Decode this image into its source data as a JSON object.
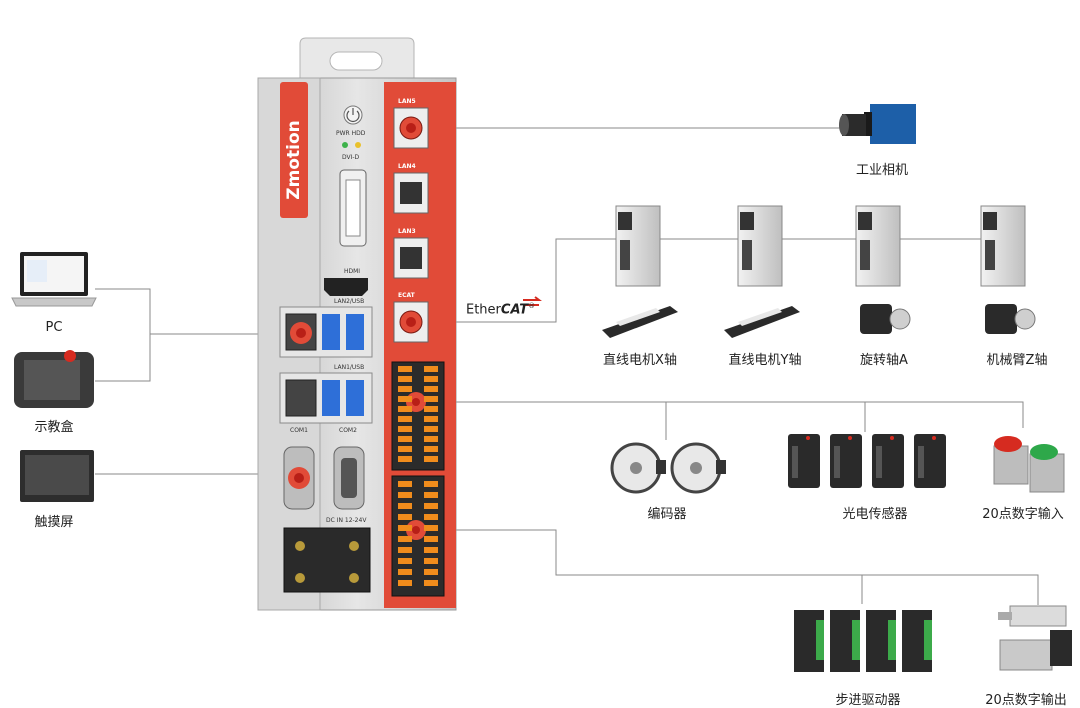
{
  "controller": {
    "brand": "Zmotion",
    "ports": {
      "lan5": "LAN5",
      "lan4": "LAN4",
      "lan3": "LAN3",
      "ecat": "ECAT",
      "lan2_usb": "LAN2/USB",
      "lan1_usb": "LAN1/USB",
      "com1": "COM1",
      "com2": "COM2",
      "dc_in": "DC IN 12-24V",
      "pwr_hdd": "PWR HDD",
      "dvi": "DVI-D",
      "hdmi": "HDMI"
    },
    "colors": {
      "panel": "#e14b38",
      "body": "#cfcfcf",
      "led_green": "#3db24a",
      "led_yellow": "#e9c12c"
    }
  },
  "ethercat": {
    "prefix": "Ether",
    "suffix": "CAT",
    "mark": "®"
  },
  "devices": {
    "pc": "PC",
    "teach_pendant": "示教盒",
    "touch_screen": "触摸屏",
    "camera": "工业相机",
    "axis_x": "直线电机X轴",
    "axis_y": "直线电机Y轴",
    "axis_a": "旋转轴A",
    "axis_z": "机械臂Z轴",
    "encoder": "编码器",
    "photo_sensor": "光电传感器",
    "digital_input": "20点数字输入",
    "stepper_driver": "步进驱动器",
    "digital_output": "20点数字输出"
  },
  "icons": [
    "laptop-icon",
    "teach-pendant-icon",
    "touch-screen-icon",
    "industrial-camera-icon",
    "servo-drive-icon",
    "linear-motor-icon",
    "servo-motor-icon",
    "encoder-icon",
    "photoelectric-sensor-icon",
    "push-button-icon",
    "stepper-driver-icon",
    "pneumatic-cylinder-icon"
  ]
}
